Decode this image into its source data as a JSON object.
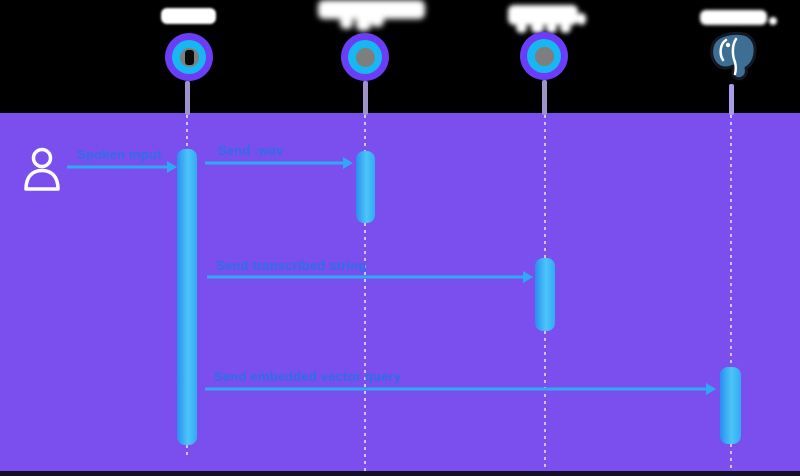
{
  "diagram": {
    "type": "sequence-diagram",
    "actor": {
      "icon": "person-icon",
      "label": ""
    },
    "lifelines": [
      {
        "id": "lifeline-1",
        "icon": "ring-app-icon",
        "label": "",
        "label_redacted": true
      },
      {
        "id": "lifeline-2",
        "icon": "ring-app-icon",
        "label": "",
        "label_redacted": true
      },
      {
        "id": "lifeline-3",
        "icon": "ring-app-icon",
        "label": "",
        "label_redacted": true
      },
      {
        "id": "lifeline-4",
        "icon": "postgresql-elephant-icon",
        "label": "",
        "label_redacted": true
      }
    ],
    "messages": [
      {
        "label": "Spoken input",
        "from": "actor",
        "to": "lifeline-1"
      },
      {
        "label": "Send .wav",
        "from": "lifeline-1",
        "to": "lifeline-2"
      },
      {
        "label": "Send transcribed string",
        "from": "lifeline-1",
        "to": "lifeline-3"
      },
      {
        "label": "Send embedded vector query",
        "from": "lifeline-1",
        "to": "lifeline-4"
      }
    ]
  },
  "colors": {
    "background_top": "#000000",
    "background_main": "#7a4fee",
    "bottom_bar": "#141027",
    "activation_start": "#2a8def",
    "activation_mid": "#4cc6f8",
    "activation_end": "#33a9f4",
    "arrow": "#30a9f5",
    "message_text": "#2c6fe8",
    "ring_outer": "#6b3df6",
    "ring_inner": "#18b7f2",
    "ring_core": "#7e7e7e",
    "ring_core_dark": "#0a0a0a",
    "stem": "#9d92c9",
    "stem_postgres": "#a89bea",
    "actor": "#ffffff",
    "redacted": "#ffffff",
    "postgres_blue": "#3d6e93"
  }
}
